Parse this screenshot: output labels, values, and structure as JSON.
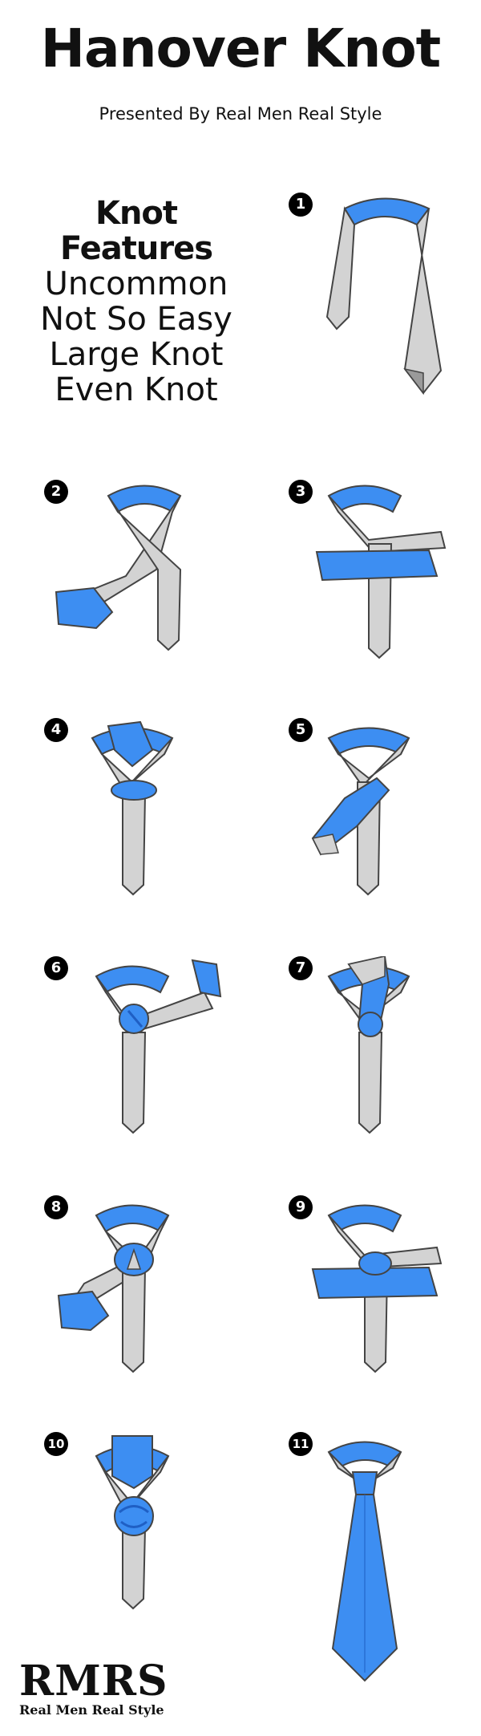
{
  "header": {
    "title": "Hanover Knot",
    "subtitle": "Presented By Real Men Real Style"
  },
  "features": {
    "heading": "Knot Features",
    "items": [
      "Uncommon",
      "Not So Easy",
      "Large Knot",
      "Even Knot"
    ]
  },
  "steps": [
    {
      "number": "1"
    },
    {
      "number": "2"
    },
    {
      "number": "3"
    },
    {
      "number": "4"
    },
    {
      "number": "5"
    },
    {
      "number": "6"
    },
    {
      "number": "7"
    },
    {
      "number": "8"
    },
    {
      "number": "9"
    },
    {
      "number": "10"
    },
    {
      "number": "11"
    }
  ],
  "logo": {
    "mark": "RMRS",
    "tagline": "Real Men Real Style"
  },
  "colors": {
    "tie_blue": "#3d8ef2",
    "tie_blue_dark": "#1f5fc4",
    "tie_gray": "#d3d3d3",
    "tie_gray_dark": "#9a9a9a",
    "outline": "#444444"
  }
}
